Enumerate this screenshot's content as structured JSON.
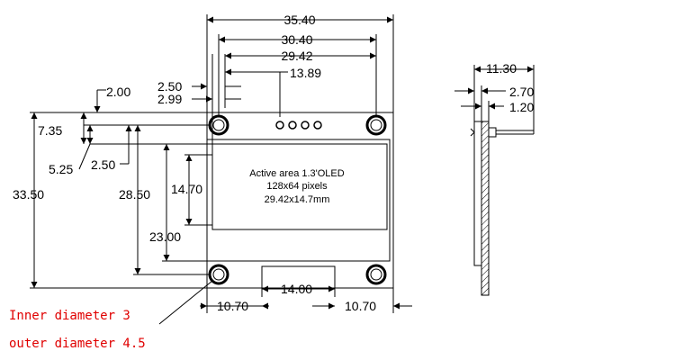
{
  "dimensions": {
    "width_total": "35.40",
    "width_holes": "30.40",
    "width_active": "29.42",
    "pins_offset": "13.89",
    "active_left_inner": "2.50",
    "active_left_outer": "2.99",
    "hole_offset_x": "2.00",
    "hole_offset_y": "7.35",
    "active_top": "5.25",
    "hole_center_x": "2.50",
    "height_total": "33.50",
    "height_holes": "28.50",
    "height_active": "14.70",
    "height_glass": "23.00",
    "bottom_left": "10.70",
    "bottom_middle": "14.00",
    "bottom_right": "10.70"
  },
  "active_area": {
    "line1": "Active area 1.3'OLED",
    "line2": "128x64 pixels",
    "line3": "29.42x14.7mm"
  },
  "side_view": {
    "thickness_total": "11.30",
    "pin_length": "2.70",
    "board_thickness": "1.20"
  },
  "notes": {
    "inner_diameter": "Inner diameter 3",
    "outer_diameter": "outer diameter 4.5"
  },
  "colors": {
    "lines": "#000000",
    "notes": "#e00000"
  }
}
